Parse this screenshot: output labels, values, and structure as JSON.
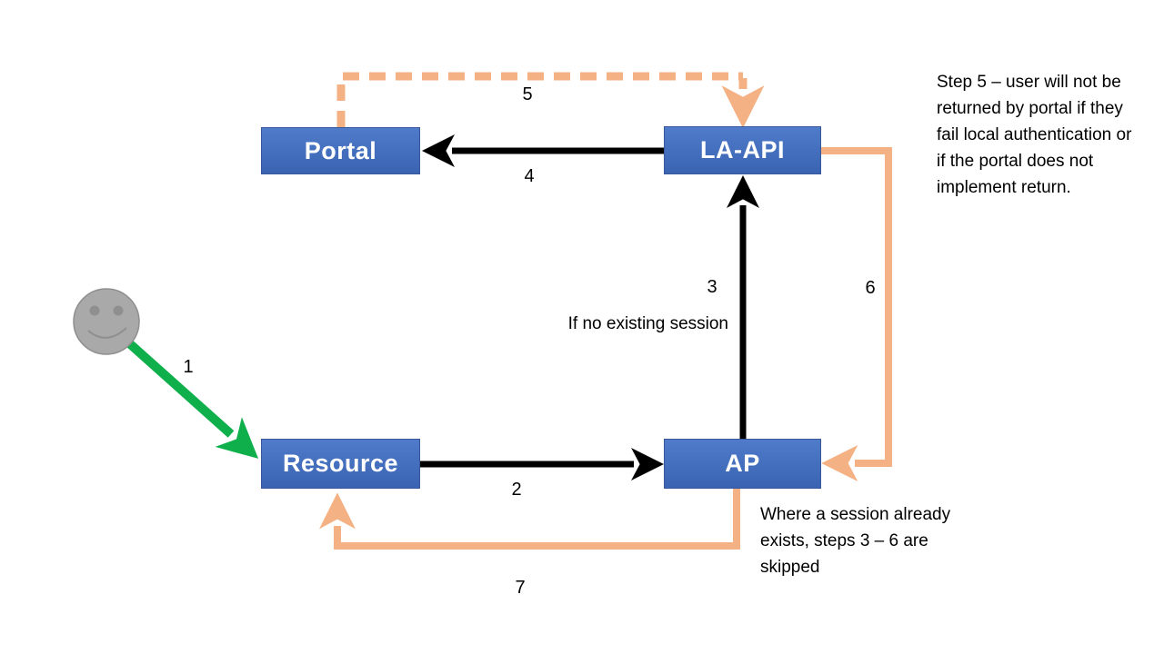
{
  "diagram": {
    "title": "Local authentication flow diagram",
    "nodes": {
      "portal": {
        "label": "Portal"
      },
      "la_api": {
        "label": "LA-API"
      },
      "resource": {
        "label": "Resource"
      },
      "ap": {
        "label": "AP"
      }
    },
    "step_labels": {
      "s1": "1",
      "s2": "2",
      "s3": "3",
      "s4": "4",
      "s5": "5",
      "s6": "6",
      "s7": "7"
    },
    "annotations": {
      "no_session": "If no existing session",
      "step5_note": "Step 5 – user will not be returned by portal if they fail local authentication or if the portal does not implement return.",
      "session_note": "Where a session already exists, steps 3 – 6 are skipped"
    },
    "icons": {
      "user": "smiley-user-icon"
    },
    "colors": {
      "background": "#FFFFFF",
      "text": "#000000",
      "box-blue-top": "#4F7BCA",
      "box-blue-bottom": "#3A64B2",
      "box-border": "#39589C",
      "arrow-black": "#000000",
      "arrow-orange": "#F4B183",
      "arrow-green": "#0FAF4B",
      "smiley-fill": "#A9A9A9",
      "smiley-stroke": "#8F8F8F"
    }
  }
}
